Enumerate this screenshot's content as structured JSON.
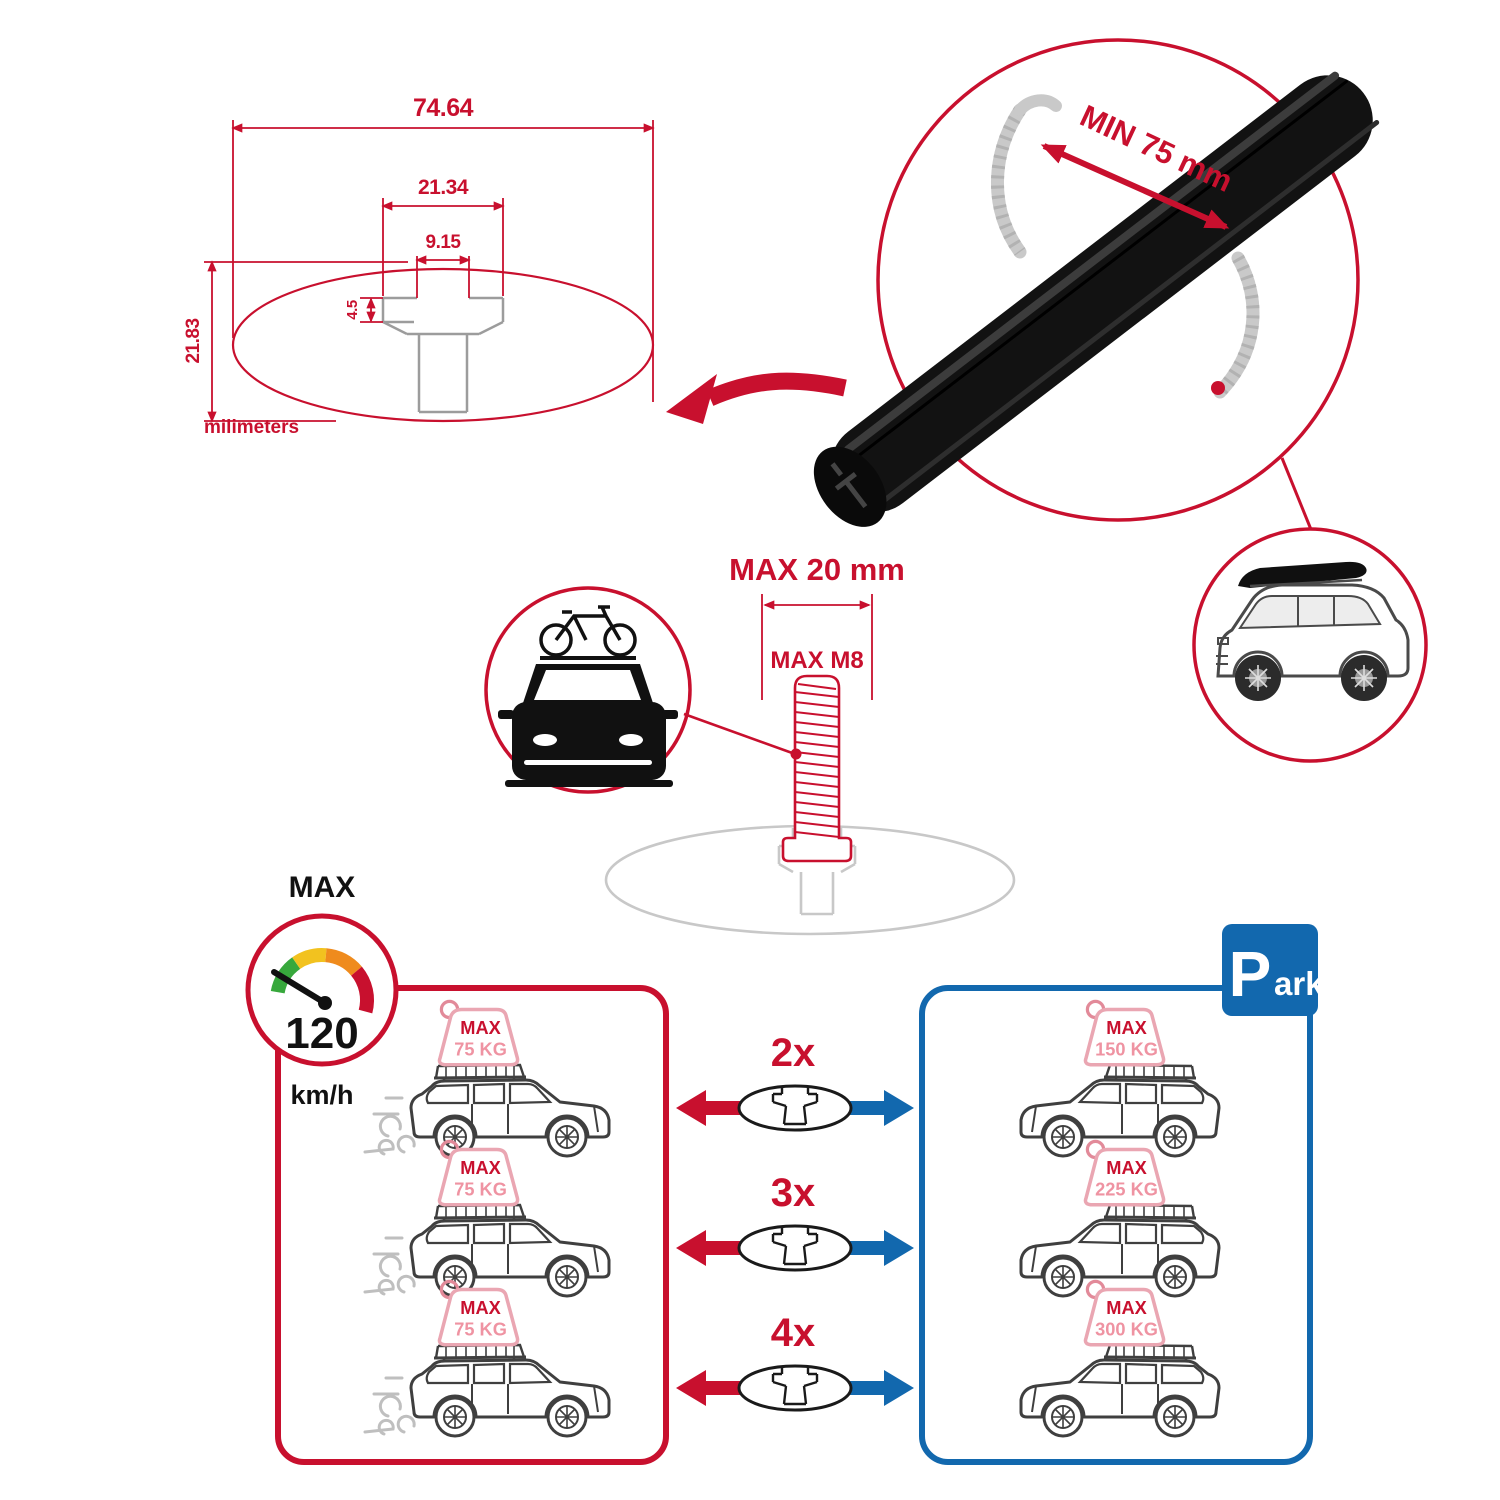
{
  "colors": {
    "accent_red": "#c8102e",
    "park_blue": "#1268ae",
    "tag_pink": "#ef93a2",
    "bar_black": "#121212",
    "sketch_gray": "#9c9c9c"
  },
  "profile_drawing": {
    "total_width": "74.64",
    "channel_width": "21.34",
    "slot_width": "9.15",
    "lip_height": "4.5",
    "total_height": "21.83",
    "units": "milimeters"
  },
  "bar_detail": {
    "min_span": "MIN 75 mm"
  },
  "bolt_detail": {
    "max_width": "MAX 20 mm",
    "max_thread": "MAX M8"
  },
  "speed_limit": {
    "label": "MAX",
    "value": "120",
    "unit": "km/h"
  },
  "park_sign": {
    "p": "P",
    "ark": "ark"
  },
  "comparison": {
    "rows": [
      {
        "multiplier": "2x",
        "driving": {
          "line1": "MAX",
          "line2": "75 KG"
        },
        "parked": {
          "line1": "MAX",
          "line2": "150 KG"
        }
      },
      {
        "multiplier": "3x",
        "driving": {
          "line1": "MAX",
          "line2": "75 KG"
        },
        "parked": {
          "line1": "MAX",
          "line2": "225 KG"
        }
      },
      {
        "multiplier": "4x",
        "driving": {
          "line1": "MAX",
          "line2": "75 KG"
        },
        "parked": {
          "line1": "MAX",
          "line2": "300 KG"
        }
      }
    ]
  }
}
